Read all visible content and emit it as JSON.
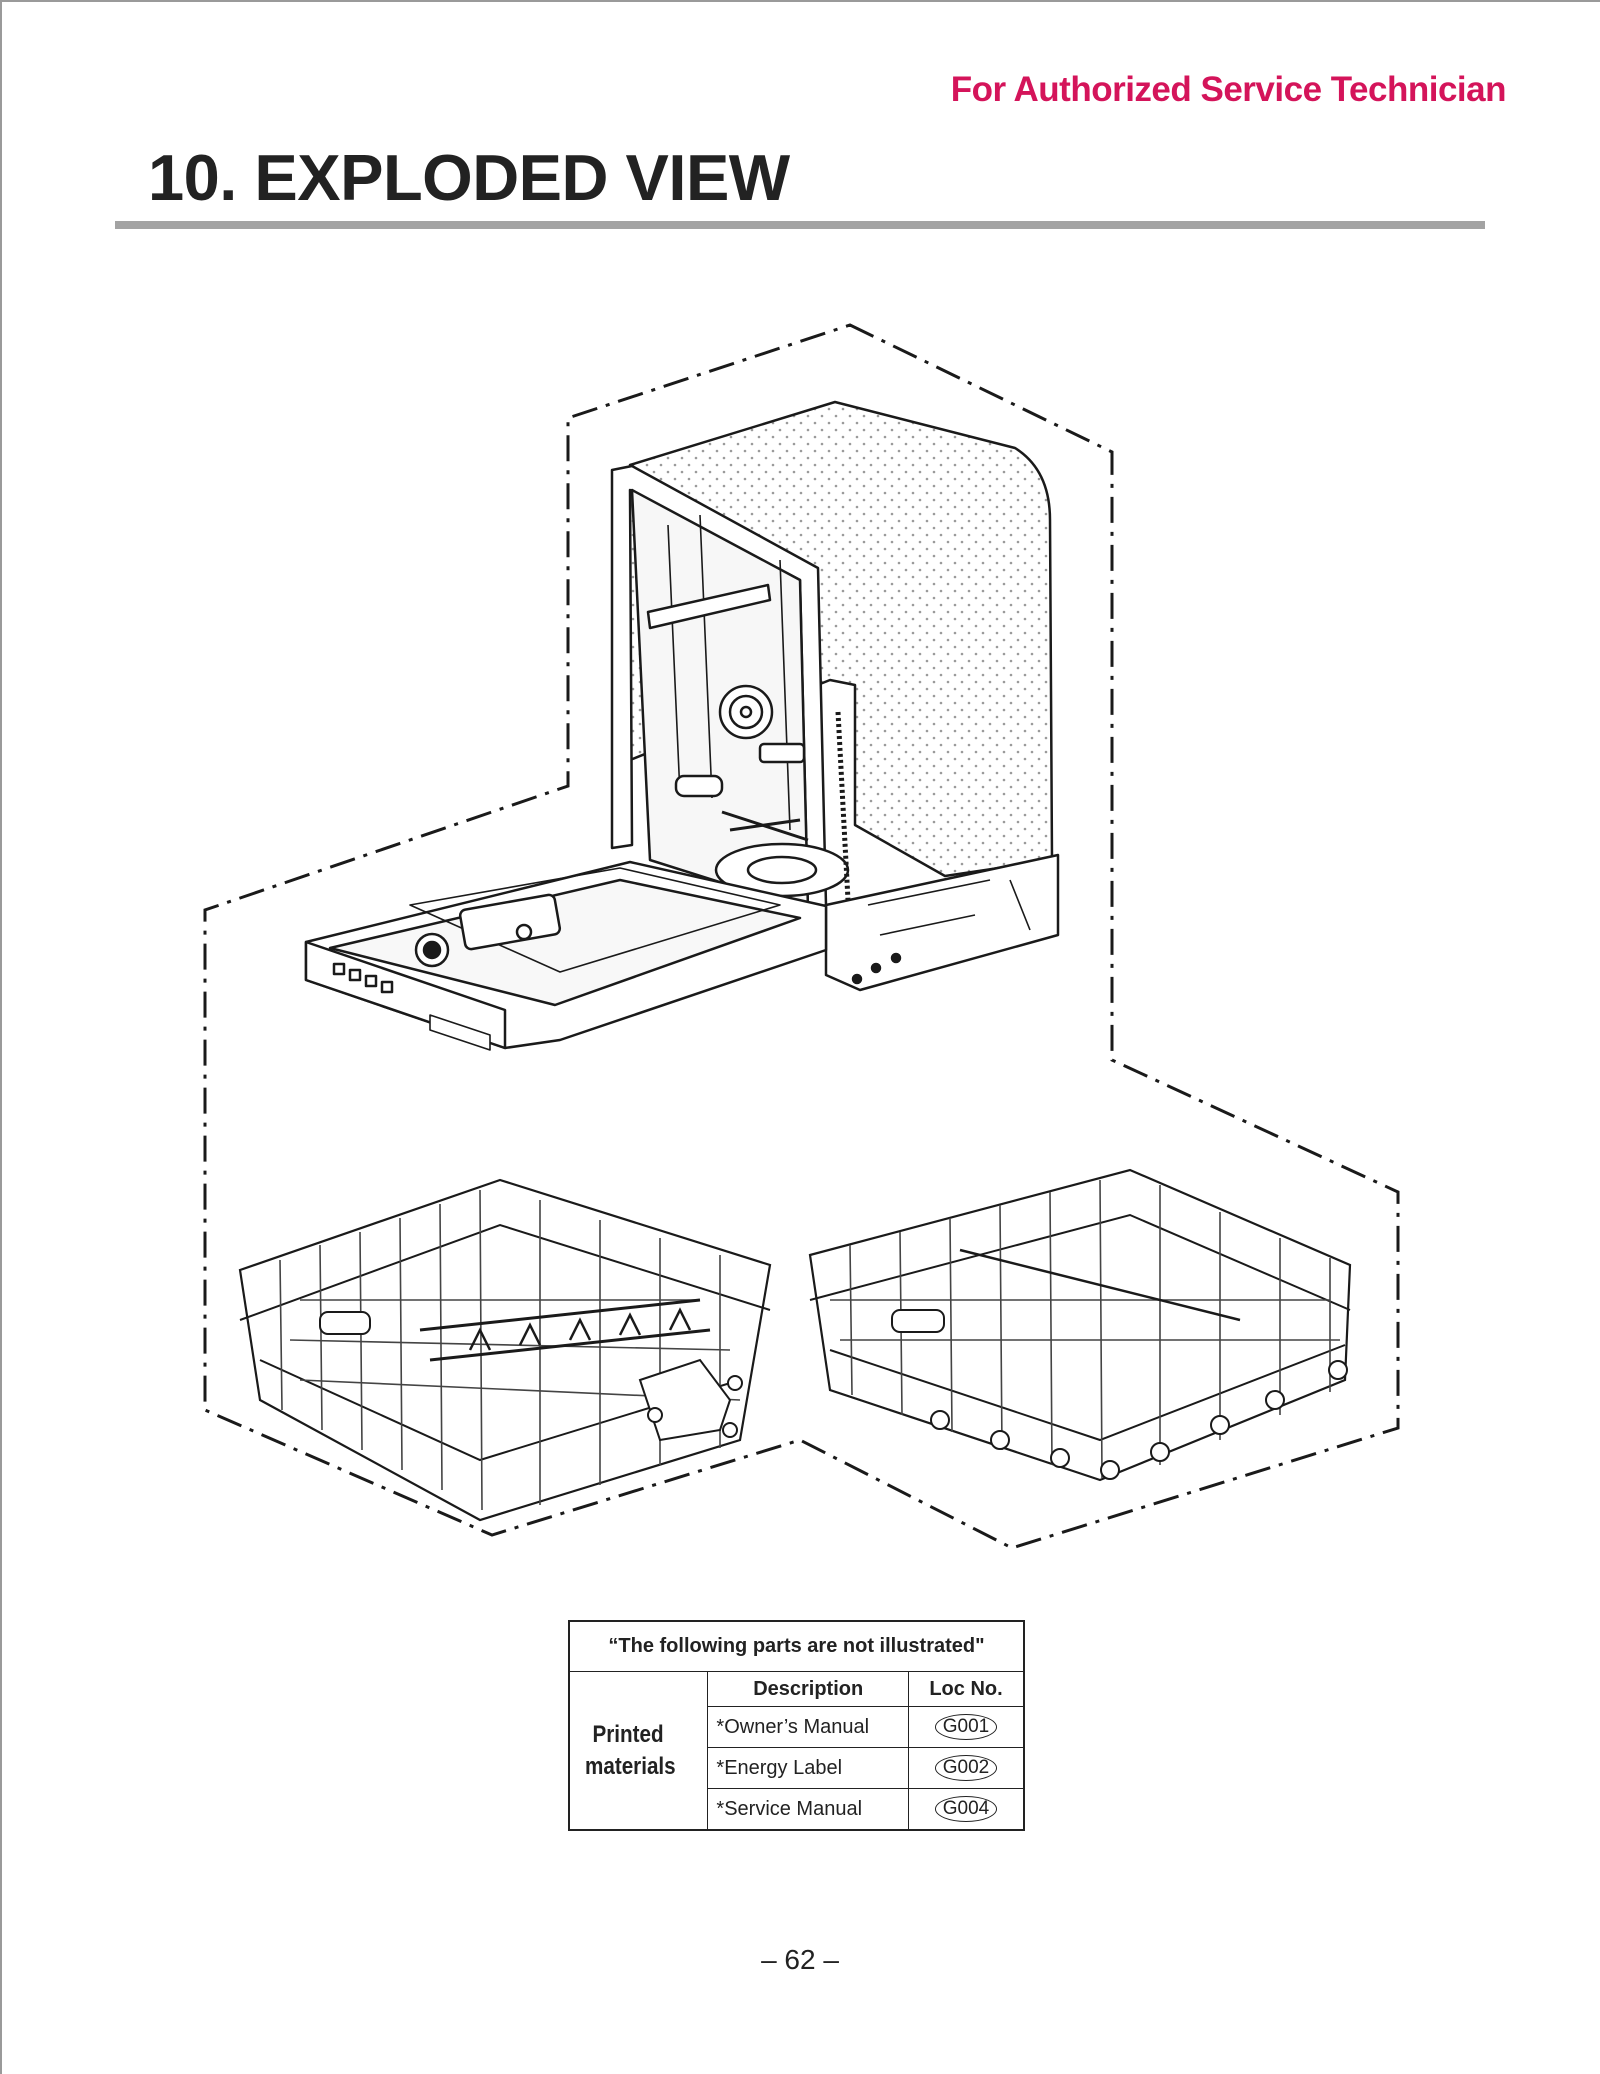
{
  "header": {
    "note": "For Authorized Service Technician",
    "note_color": "#d4145a",
    "title": "10. EXPLODED VIEW"
  },
  "diagram": {
    "icons": [
      "dishwasher-tub-assembly-illustration",
      "door-open-illustration",
      "lower-rack-illustration",
      "upper-rack-illustration",
      "dash-dot-boundary"
    ]
  },
  "parts_table": {
    "caption": "“The following parts are not illustrated\"",
    "headers": {
      "description": "Description",
      "loc_no": "Loc No."
    },
    "group_label": "Printed\nmaterials",
    "group_label_lines": [
      "Printed",
      "materials"
    ],
    "rows": [
      {
        "description": "*Owner’s Manual",
        "loc": "G001"
      },
      {
        "description": "*Energy Label",
        "loc": "G002"
      },
      {
        "description": "*Service Manual",
        "loc": "G004"
      }
    ]
  },
  "footer": {
    "page_number": "– 62 –"
  }
}
